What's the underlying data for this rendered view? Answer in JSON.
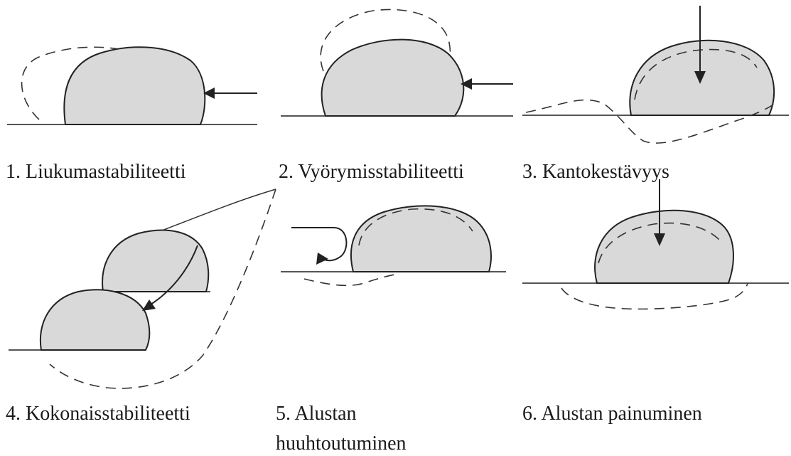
{
  "panels": [
    {
      "label": "1. Liukumastabiliteetti"
    },
    {
      "label": "2. Vyörymisstabiliteetti"
    },
    {
      "label": "3. Kantokestävyys"
    },
    {
      "label": "4. Kokonaisstabiliteetti"
    },
    {
      "label_line1": "5. Alustan",
      "label_line2": "huuhtoutuminen"
    },
    {
      "label": "6. Alustan painuminen"
    }
  ]
}
